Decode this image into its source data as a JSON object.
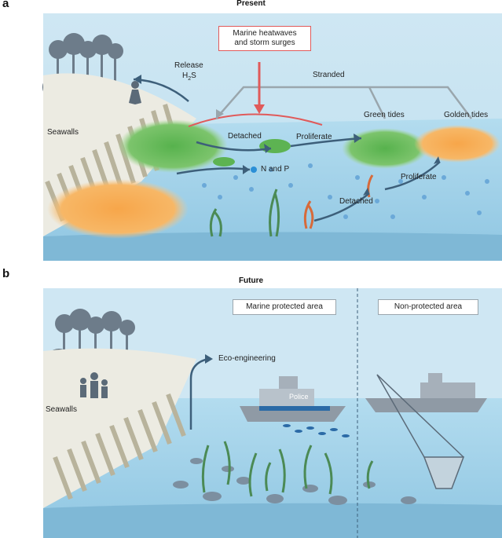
{
  "panels": {
    "a": {
      "letter": "a",
      "title": "Present",
      "labels": {
        "heatwave_line1": "Marine heatwaves",
        "heatwave_line2": "and storm surges",
        "release": "Release",
        "h2s": "H",
        "h2s_sub": "2",
        "h2s_end": "S",
        "stranded": "Stranded",
        "green_tides": "Green tides",
        "golden_tides": "Golden tides",
        "seawalls": "Seawalls",
        "detached_1": "Detached",
        "proliferate_1": "Proliferate",
        "n_and_p": "N and P",
        "proliferate_2": "Proliferate",
        "detached_2": "Detached"
      }
    },
    "b": {
      "letter": "b",
      "title": "Future",
      "labels": {
        "mpa": "Marine protected area",
        "non_protected": "Non-protected area",
        "eco_engineering": "Eco-engineering",
        "seawalls": "Seawalls",
        "police": "Police"
      }
    }
  },
  "colors": {
    "sky": "#c7e3f1",
    "water": "#9ecfe6",
    "deep_water": "#86bedc",
    "wall": "#e9e6d7",
    "green_algae": "#4fae4a",
    "golden_algae": "#f29a3a",
    "red_arrow": "#e05a5a",
    "dark_arrow": "#3d5f7a",
    "grey_arrow": "#9aa6ad",
    "tree": "#6d7c8a"
  }
}
